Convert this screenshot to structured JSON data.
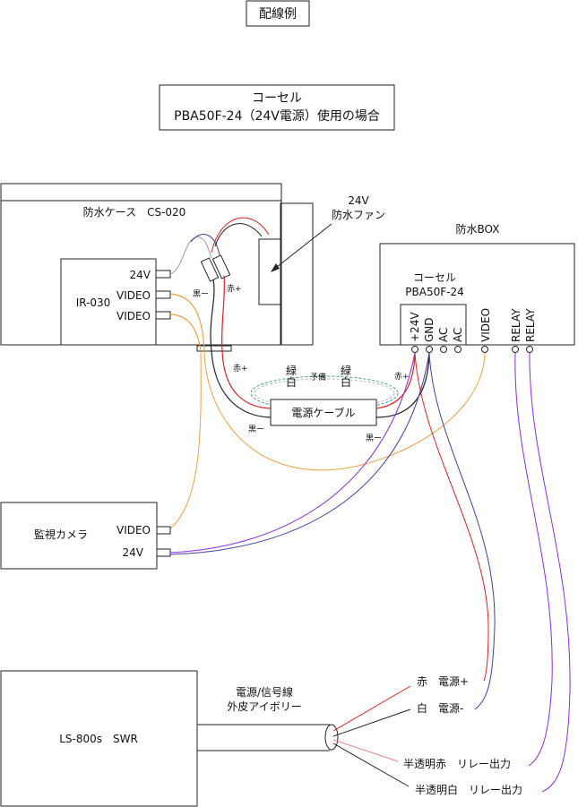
{
  "title": "配線例",
  "subtitle": {
    "line1": "コーセル",
    "line2": "PBA50F-24（24V電源）使用の場合"
  },
  "case": {
    "label": "防水ケース　CS-020",
    "fan_label_1": "24V",
    "fan_label_2": "防水ファン"
  },
  "ir": {
    "label": "IR-030",
    "ports": [
      "24V",
      "VIDEO",
      "VIDEO"
    ],
    "black": "黒ー",
    "red": "赤+"
  },
  "box": {
    "label": "防水BOX",
    "psu_1": "コーセル",
    "psu_2": "PBA50F-24",
    "terminals": [
      "+24V",
      "GND",
      "AC",
      "AC",
      "VIDEO",
      "RELAY",
      "RELAY"
    ]
  },
  "cable": {
    "label": "電源ケーブル",
    "spare": "予備",
    "green": "緑",
    "white": "白",
    "red_plus": "赤+",
    "black_minus": "黒ー"
  },
  "camera": {
    "label": "監視カメラ",
    "ports": [
      "VIDEO",
      "24V"
    ]
  },
  "ls": {
    "label": "LS-800s　SWR",
    "wire_1": "電源/信号線",
    "wire_2": "外皮アイボリー",
    "leads": [
      "赤　電源+",
      "白　電源-",
      "半透明赤　リレー出力",
      "半透明白　リレー出力"
    ]
  },
  "colors": {
    "red": "#e02020",
    "black": "#222222",
    "orange": "#f0a040",
    "navy": "#4040a0",
    "purple": "#8a2be2",
    "teal": "#40a090",
    "gray": "#9a9ab0",
    "pink": "#f08080"
  }
}
